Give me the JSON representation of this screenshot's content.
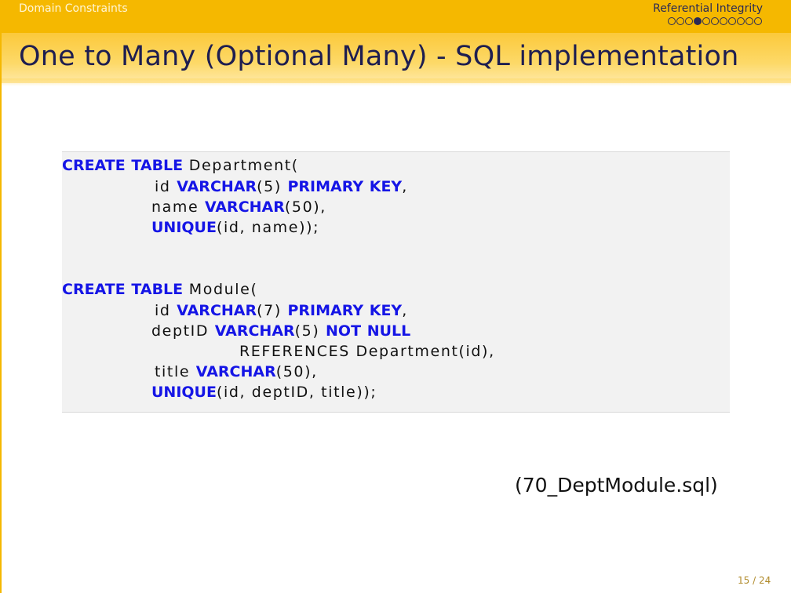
{
  "header": {
    "section": "Domain Constraints",
    "subsection": "Referential Integrity",
    "nav_dots": {
      "count": 11,
      "active_index": 3
    }
  },
  "frame": {
    "title": "One to Many (Optional Many) - SQL implementation"
  },
  "code": {
    "lines": [
      {
        "id": "l1",
        "parts": [
          {
            "t": "CREATE",
            "kw": true
          },
          {
            "t": " "
          },
          {
            "t": "TABLE",
            "kw": true
          },
          {
            "t": " Department("
          }
        ]
      },
      {
        "id": "l2",
        "parts": [
          {
            "t": "id "
          },
          {
            "t": "VARCHAR",
            "kw": true
          },
          {
            "t": "(5) "
          },
          {
            "t": "PRIMARY",
            "kw": true
          },
          {
            "t": " "
          },
          {
            "t": "KEY",
            "kw": true
          },
          {
            "t": ","
          }
        ]
      },
      {
        "id": "l3",
        "parts": [
          {
            "t": "name "
          },
          {
            "t": "VARCHAR",
            "kw": true
          },
          {
            "t": "(50),"
          }
        ]
      },
      {
        "id": "l4",
        "parts": [
          {
            "t": "UNIQUE",
            "kw": true
          },
          {
            "t": "(id, name));"
          }
        ]
      },
      {
        "id": "l5",
        "parts": [
          {
            "t": "CREATE",
            "kw": true
          },
          {
            "t": " "
          },
          {
            "t": "TABLE",
            "kw": true
          },
          {
            "t": " Module("
          }
        ]
      },
      {
        "id": "l6",
        "parts": [
          {
            "t": "id "
          },
          {
            "t": "VARCHAR",
            "kw": true
          },
          {
            "t": "(7) "
          },
          {
            "t": "PRIMARY",
            "kw": true
          },
          {
            "t": " "
          },
          {
            "t": "KEY",
            "kw": true
          },
          {
            "t": ","
          }
        ]
      },
      {
        "id": "l7",
        "parts": [
          {
            "t": "deptID "
          },
          {
            "t": "VARCHAR",
            "kw": true
          },
          {
            "t": "(5) "
          },
          {
            "t": "NOT",
            "kw": true
          },
          {
            "t": " "
          },
          {
            "t": "NULL",
            "kw": true
          }
        ]
      },
      {
        "id": "l8",
        "parts": [
          {
            "t": "REFERENCES Department(id),"
          }
        ]
      },
      {
        "id": "l9",
        "parts": [
          {
            "t": "title "
          },
          {
            "t": "VARCHAR",
            "kw": true
          },
          {
            "t": "(50),"
          }
        ]
      },
      {
        "id": "l10",
        "parts": [
          {
            "t": "UNIQUE",
            "kw": true
          },
          {
            "t": "(id, deptID, title));"
          }
        ]
      }
    ]
  },
  "file_reference": "(70_DeptModule.sql)",
  "page_number": "15 / 24",
  "colors": {
    "header_bar": "#f5b800",
    "title_text": "#1e1e50",
    "keyword": "#1515e6",
    "code_background": "#f2f2f2"
  }
}
